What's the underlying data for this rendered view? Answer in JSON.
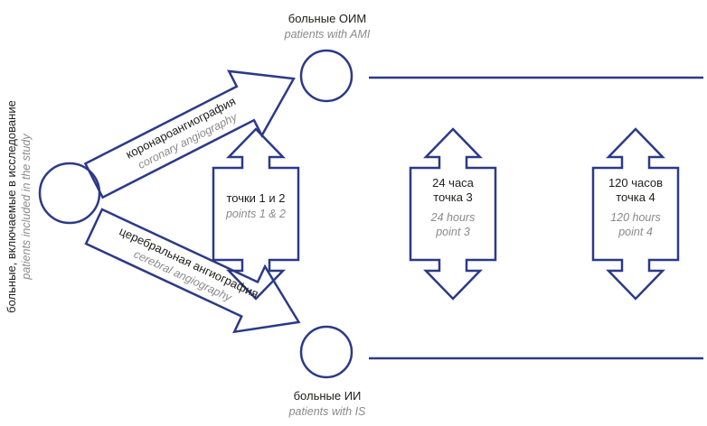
{
  "colors": {
    "stroke": "#2b3a87",
    "text": "#1d1d1b",
    "text_en": "#8a8a8a"
  },
  "nodes": {
    "ami": {
      "ru": "больные ОИМ",
      "en": "patients  with AMI"
    },
    "is": {
      "ru": "больные ИИ",
      "en": "patients  with IS"
    },
    "included": {
      "ru": "больные, включаемые в исследование",
      "en": "patients included in the study"
    }
  },
  "arrows": {
    "coronary": {
      "ru": "коронароангиография",
      "en": "coronary angiography"
    },
    "cerebral": {
      "ru": "церебральная ангиография",
      "en": "cerebral angiography"
    }
  },
  "points": [
    {
      "ru": "точки 1 и 2",
      "en": "points 1 & 2"
    },
    {
      "ru_line1": "24 часа",
      "ru_line2": "точка 3",
      "en_line1": "24 hours",
      "en_line2": "point 3"
    },
    {
      "ru_line1": "120 часов",
      "ru_line2": "точка 4",
      "en_line1": "120 hours",
      "en_line2": "point 4"
    }
  ]
}
